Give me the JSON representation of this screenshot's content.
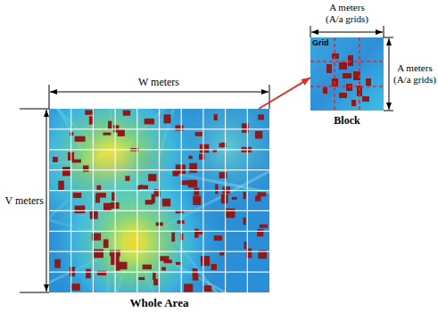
{
  "diagram": {
    "nodes": [
      {
        "text": [
          "Whole Area"
        ]
      },
      {
        "text": [
          "Grid",
          "Block"
        ]
      }
    ],
    "edges": [
      {
        "from": 0,
        "to": 1,
        "arrow": "to"
      }
    ],
    "labels": [
      "W meters",
      "V meters",
      "A meters (A/a grids)",
      "A meters (A/a grids)"
    ]
  }
}
